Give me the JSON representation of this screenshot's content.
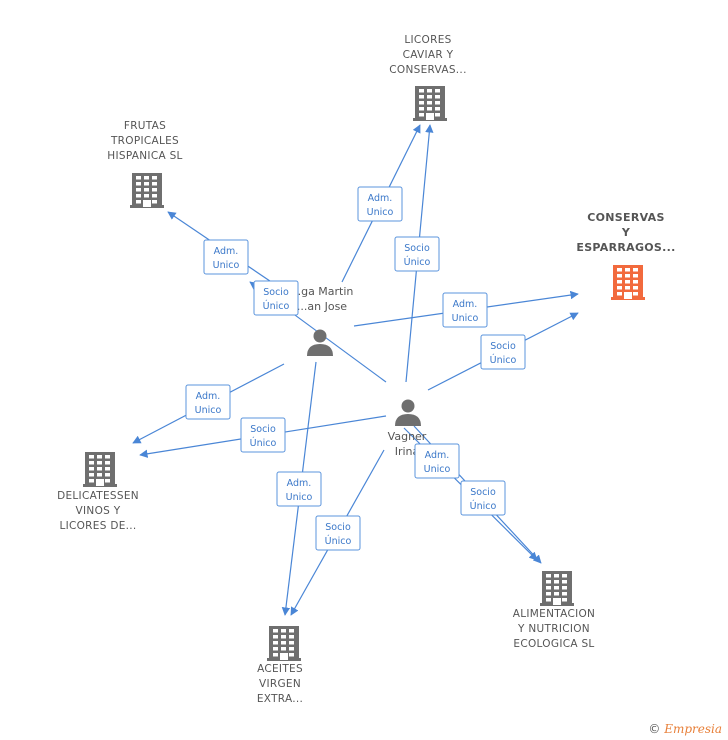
{
  "companies": [
    {
      "id": "licores",
      "lines": [
        "LICORES",
        "CAVIAR Y",
        "CONSERVAS..."
      ],
      "highlight": false
    },
    {
      "id": "frutas",
      "lines": [
        "FRUTAS",
        "TROPICALES",
        "HISPANICA  SL"
      ],
      "highlight": false
    },
    {
      "id": "conservas",
      "lines": [
        "CONSERVAS",
        "Y",
        "ESPARRAGOS..."
      ],
      "highlight": true
    },
    {
      "id": "delicatessen",
      "lines": [
        "DELICATESSEN",
        "VINOS Y",
        "LICORES DE..."
      ],
      "highlight": false
    },
    {
      "id": "aceites",
      "lines": [
        "ACEITES",
        "VIRGEN",
        "EXTRA..."
      ],
      "highlight": false
    },
    {
      "id": "alimentacion",
      "lines": [
        "ALIMENTACION",
        "Y NUTRICION",
        "ECOLOGICA  SL"
      ],
      "highlight": false
    }
  ],
  "persons": [
    {
      "id": "p1",
      "lines": [
        "...ga Martin",
        "...an Jose"
      ]
    },
    {
      "id": "p2",
      "lines": [
        "Vagner",
        "Irina"
      ]
    }
  ],
  "edges": [
    {
      "from": "p1",
      "to": "licores",
      "label": [
        "Adm.",
        "Unico"
      ]
    },
    {
      "from": "p2",
      "to": "licores",
      "label": [
        "Socio",
        "Único"
      ]
    },
    {
      "from": "p1",
      "to": "frutas",
      "label": [
        "Adm.",
        "Unico"
      ]
    },
    {
      "from": "p2",
      "to": "frutas",
      "label": [
        "Socio",
        "Único"
      ]
    },
    {
      "from": "p1",
      "to": "conservas",
      "label": [
        "Adm.",
        "Unico"
      ]
    },
    {
      "from": "p2",
      "to": "conservas",
      "label": [
        "Socio",
        "Único"
      ]
    },
    {
      "from": "p1",
      "to": "delicatessen",
      "label": [
        "Adm.",
        "Unico"
      ]
    },
    {
      "from": "p2",
      "to": "delicatessen",
      "label": [
        "Socio",
        "Único"
      ]
    },
    {
      "from": "p1",
      "to": "aceites",
      "label": [
        "Adm.",
        "Unico"
      ]
    },
    {
      "from": "p2",
      "to": "aceites",
      "label": [
        "Socio",
        "Único"
      ]
    },
    {
      "from": "p2",
      "to": "alimentacion",
      "label": [
        "Adm.",
        "Unico"
      ]
    },
    {
      "from": "p2",
      "to": "alimentacion",
      "label": [
        "Socio",
        "Único"
      ]
    }
  ],
  "colors": {
    "edge": "#4a86d6",
    "building": "#6f6f6f",
    "highlight": "#f26a3d",
    "person": "#6f6f6f"
  },
  "footer": {
    "symbol": "©",
    "brand": "Empresia"
  }
}
